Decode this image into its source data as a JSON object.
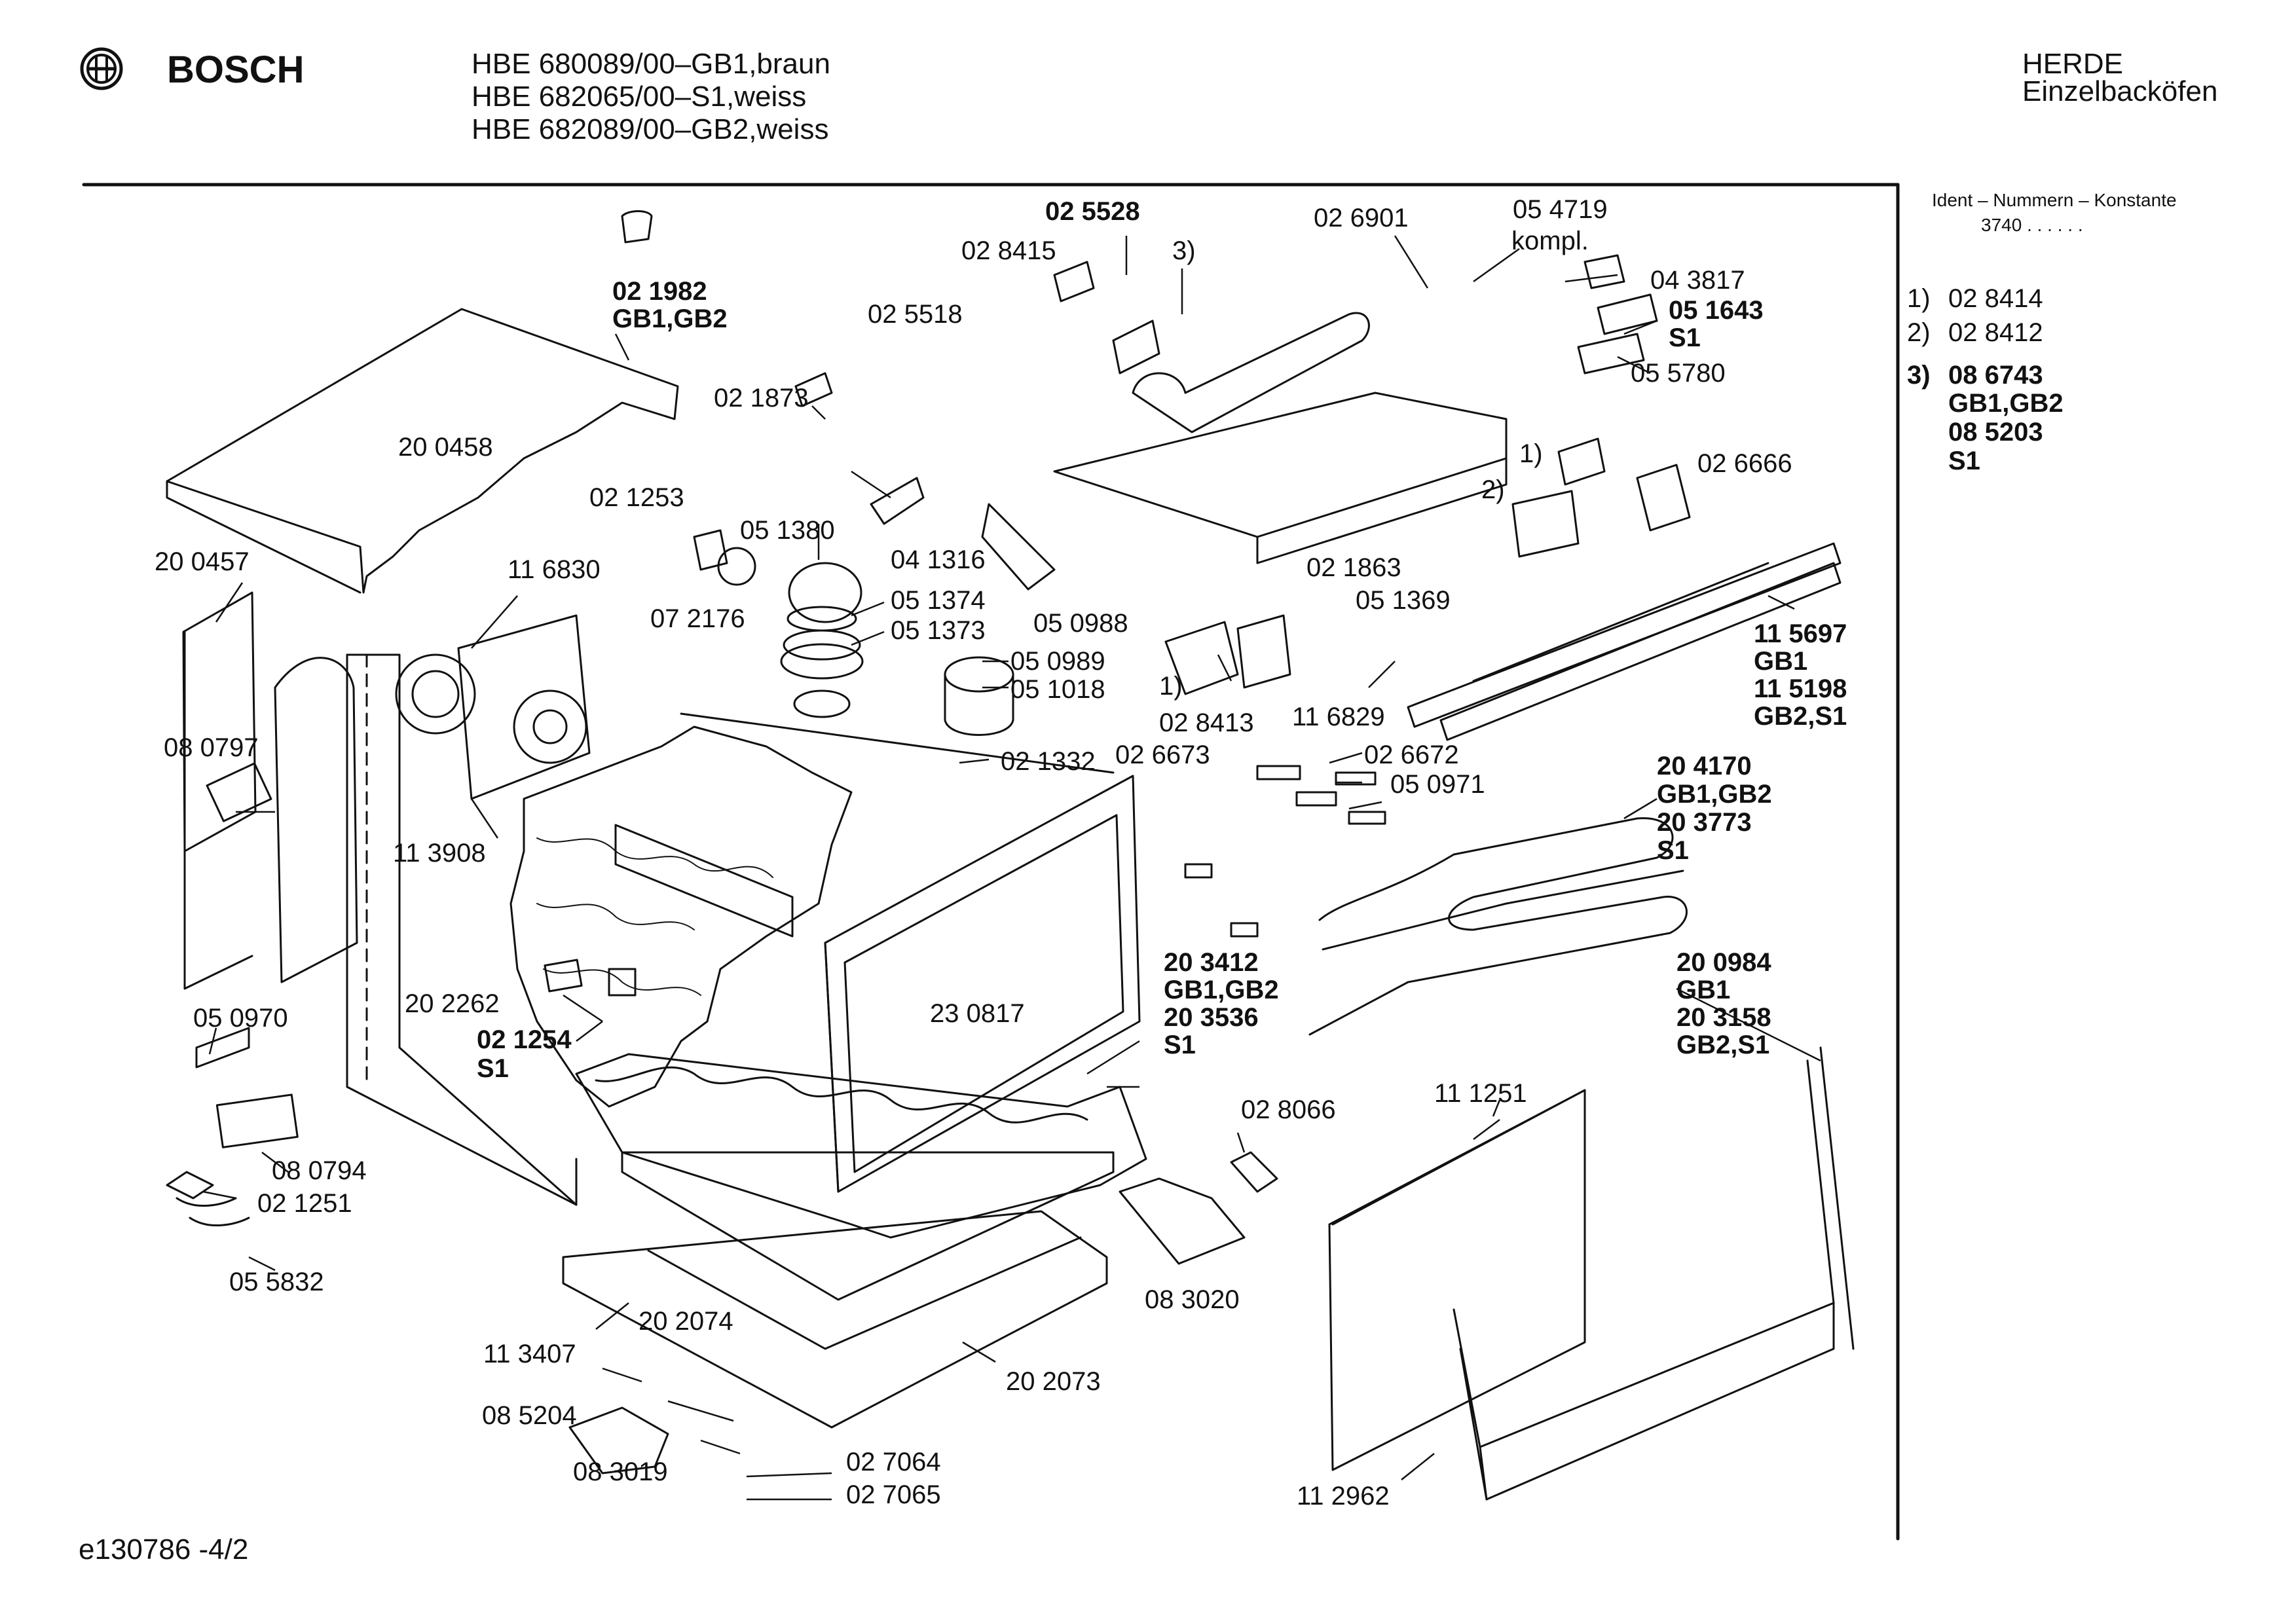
{
  "header": {
    "brand": "BOSCH",
    "models": [
      "HBE 680089/00–GB1,braun",
      "HBE 682065/00–S1,weiss",
      "HBE 682089/00–GB2,weiss"
    ],
    "category": "HERDE",
    "subcategory": "Einzelbacköfen"
  },
  "side_panel": {
    "title": "Ident – Nummern – Konstante",
    "constant": "3740 . . . . . .",
    "notes": [
      {
        "num": "1)",
        "text": "02 8414"
      },
      {
        "num": "2)",
        "text": "02 8412"
      },
      {
        "num": "3)",
        "text": "08 6743"
      },
      {
        "num": "",
        "text": "GB1,GB2"
      },
      {
        "num": "",
        "text": "08 5203"
      },
      {
        "num": "",
        "text": "S1"
      }
    ]
  },
  "footer": {
    "code": "e130786 -4/2"
  },
  "labels": {
    "p025528": "02 5528",
    "p028415": "02 8415",
    "n3": "3)",
    "p026901": "02 6901",
    "p054719": "05 4719",
    "kompl": "kompl.",
    "p043817": "04 3817",
    "p051643": "05 1643",
    "s1_a": "S1",
    "p055780": "05 5780",
    "p021982": "02 1982",
    "gb1gb2_a": "GB1,GB2",
    "p025518": "02 5518",
    "p021873": "02 1873",
    "p200458": "20 0458",
    "p021253": "02 1253",
    "p051380": "05 1380",
    "p041316": "04 1316",
    "p200457": "20 0457",
    "p116830": "11 6830",
    "p072176": "07 2176",
    "p051374": "05 1374",
    "p051373": "05 1373",
    "p050988": "05 0988",
    "n1_a": "1)",
    "p026666": "02 6666",
    "n2": "2)",
    "p021863": "02 1863",
    "p051369": "05 1369",
    "p050989": "05 0989",
    "p051018": "05 1018",
    "n1_b": "1)",
    "p028413": "02 8413",
    "p116829": "11 6829",
    "p115697": "11 5697",
    "gb1_a": "GB1",
    "p115198": "11 5198",
    "gb2s1_a": "GB2,S1",
    "p080797": "08 0797",
    "p021332": "02 1332",
    "p026673": "02 6673",
    "p026672": "02 6672",
    "p050971": "05 0971",
    "p204170": "20 4170",
    "gb1gb2_b": "GB1,GB2",
    "p203773": "20 3773",
    "s1_b": "S1",
    "p113908": "11 3908",
    "p202262": "20 2262",
    "p230817": "23 0817",
    "p203412": "20 3412",
    "gb1gb2_c": "GB1,GB2",
    "p203536": "20 3536",
    "s1_c": "S1",
    "p200984": "20 0984",
    "gb1_b": "GB1",
    "p203158": "20 3158",
    "gb2s1_b": "GB2,S1",
    "p050970": "05 0970",
    "p021254": "02 1254",
    "s1_d": "S1",
    "p111251": "11 1251",
    "p028066": "02 8066",
    "p080794": "08 0794",
    "p021251": "02 1251",
    "p055832": "05 5832",
    "p083020": "08 3020",
    "p202074": "20 2074",
    "p113407": "11 3407",
    "p202073": "20 2073",
    "p085204": "08 5204",
    "p083019": "08 3019",
    "p027064": "02 7064",
    "p027065": "02 7065",
    "p112962": "11 2962"
  }
}
